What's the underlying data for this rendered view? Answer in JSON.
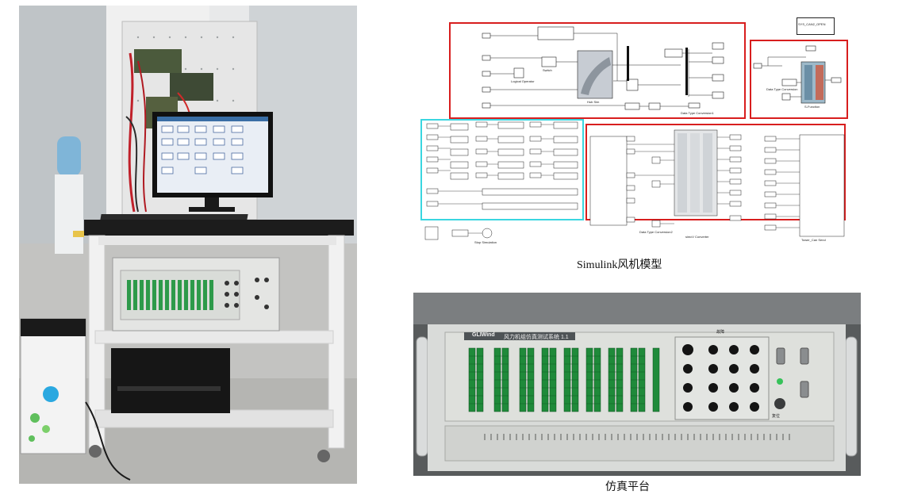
{
  "captions": {
    "simulink": "Simulink风机模型",
    "platform": "仿真平台"
  },
  "panel": {
    "brand": "GLIWind",
    "title": "风力机组仿真测试系统 1.1",
    "fault_label": "故障",
    "reset_label": "复位"
  },
  "simulink": {
    "top_right_block": "SYS_CAN2_OPEN",
    "labels": [
      "Switch",
      "Logical Operator",
      "Hub Sim",
      "Data Type Conversion1",
      "Data Type Conversion",
      "S-Function",
      "Tower_Can Send",
      "Stop Simulation",
      "Data Type Conversion2",
      "simcV Converter"
    ]
  },
  "colors": {
    "red_frame": "#d81e1e",
    "cyan_frame": "#3ad6e0",
    "terminal_green": "#1f8a3a"
  }
}
